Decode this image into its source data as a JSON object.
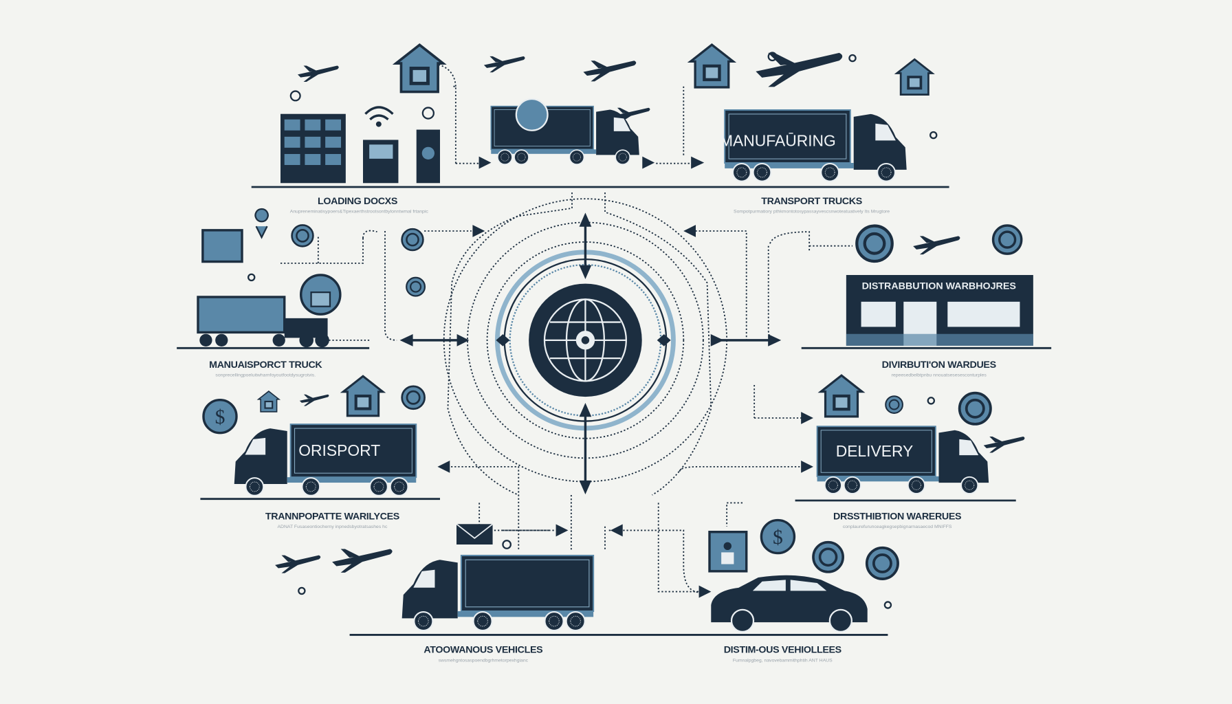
{
  "colors": {
    "dark": "#1c2e40",
    "accent": "#5a88a8",
    "light_blue": "#8fb4cc",
    "background": "#f3f4f1"
  },
  "sections": [
    {
      "title": "LOADING DOCXS",
      "subtitle": "Anupreneminatisypoers&Tipexaerthstrootsontbylonntwmal frtanpic"
    },
    {
      "title": "TRANSPORT TRUCKS",
      "subtitle": "Sompotpurmatiory pthkmontotosypassayvescsnwoteatuatively Its Mrugtore"
    },
    {
      "title": "MANUAISPORCT TRUCK",
      "subtitle": "sonprecellingpoeluitwharnfoyoutfootdysugrotvis."
    },
    {
      "title": "DIVIRBUTI'ON WARDUES",
      "subtitle": "repeesedbelbtpnbu nnouatsesesesconturples"
    },
    {
      "title": "TRANNPOPATTE WARILYCES",
      "subtitle": "ADNAT Fusaseontiocherny inpnedsbyotratsashes hc"
    },
    {
      "title": "DRSSTHIBTION WARERUES",
      "subtitle": "conplaurefurunceagkegsepbignarnasaecod MNIFFS"
    },
    {
      "title": "ATOOWANOUS VEHICLES",
      "subtitle": "swsmehgntosaspoendbgrhmetorpexhgianc"
    },
    {
      "title": "DISTIM-OUS VEHIOLLEES",
      "subtitle": "Fumnalpgbeg, navovebammithphtih ANT HAUS"
    }
  ],
  "vehicle_signs": {
    "manufacturing": "MANUFAŪRING",
    "orisport": "ORISPORT",
    "delivery": "DELIVERY",
    "store": "DISTRABBUTION WARBHOJRES"
  },
  "icons": [
    "airplane-icon",
    "warehouse-icon",
    "truck-icon",
    "wifi-icon",
    "gear-icon",
    "globe-icon",
    "dollar-icon",
    "car-icon",
    "envelope-icon",
    "location-pin-icon",
    "lock-icon"
  ]
}
